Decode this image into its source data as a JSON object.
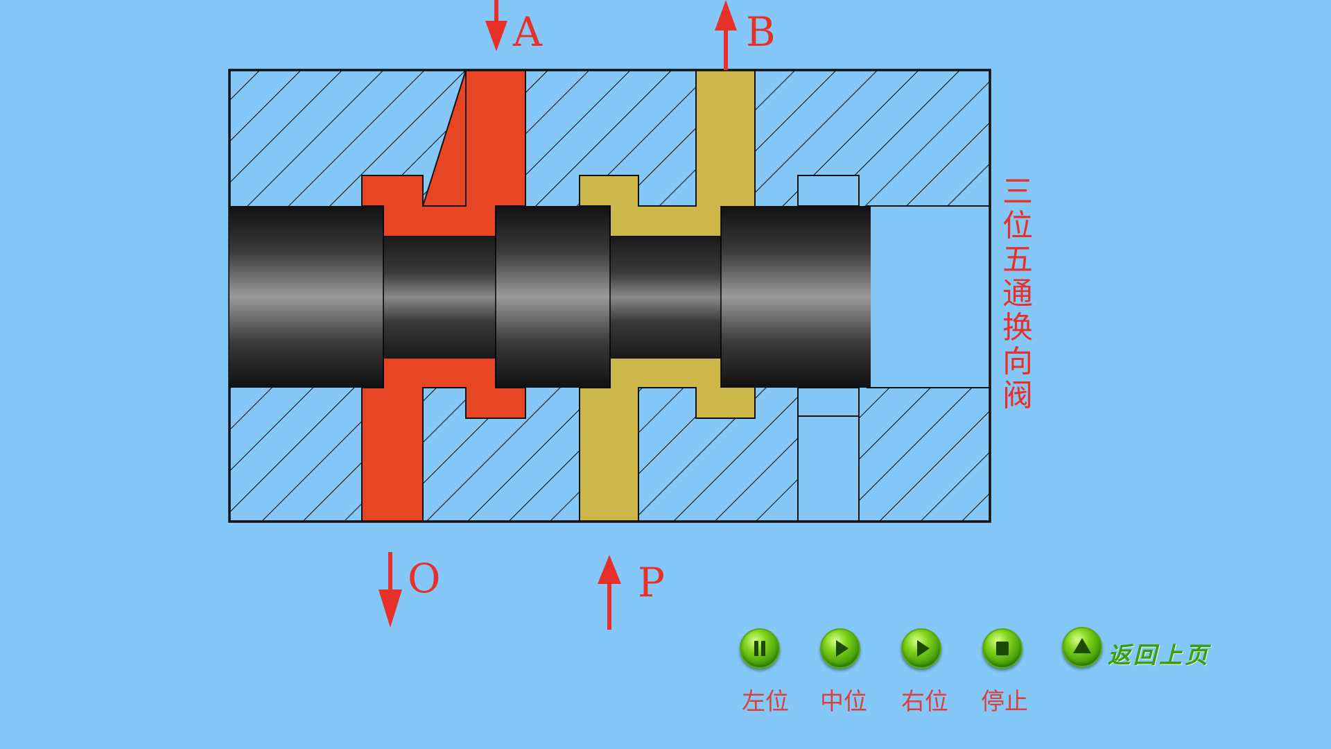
{
  "ports": {
    "A": "A",
    "B": "B",
    "O": "O",
    "P": "P"
  },
  "title": "三位五通换向阀",
  "colors": {
    "background": "#85c8f8",
    "channel_red": "#e84524",
    "channel_yellow": "#cdb64a",
    "arrow": "#e8302b",
    "spool": "#2c2c2c"
  },
  "controls": [
    {
      "icon": "pause-icon",
      "label": "左位"
    },
    {
      "icon": "play-icon",
      "label": "中位"
    },
    {
      "icon": "play-icon",
      "label": "右位"
    },
    {
      "icon": "stop-icon",
      "label": "停止"
    }
  ],
  "back": {
    "icon": "up-triangle-icon",
    "label": "返回上页"
  }
}
